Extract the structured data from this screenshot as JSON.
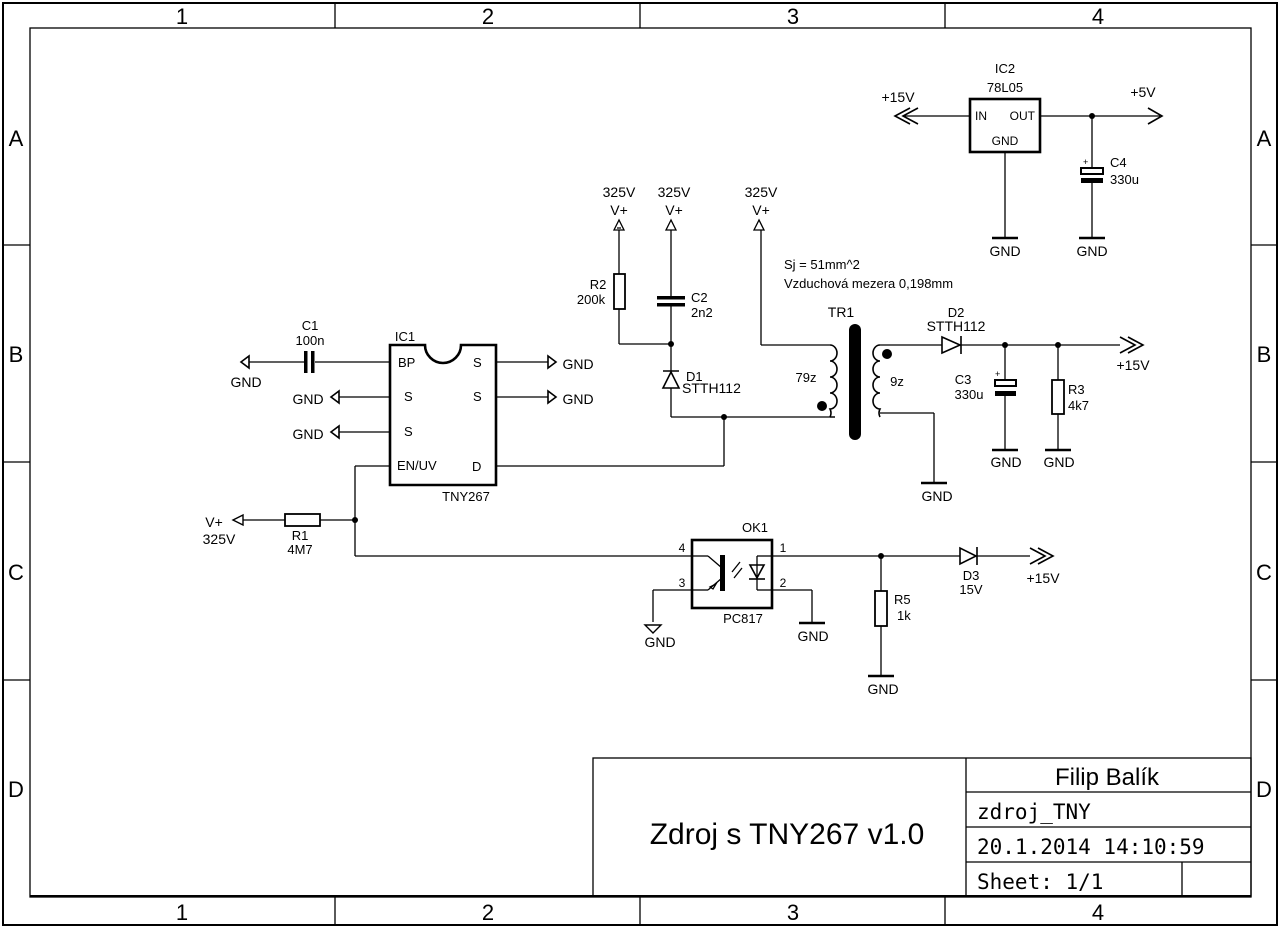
{
  "frame": {
    "columns": [
      "1",
      "2",
      "3",
      "4"
    ],
    "rows": [
      "A",
      "B",
      "C",
      "D"
    ]
  },
  "title_block": {
    "title": "Zdroj s TNY267 v1.0",
    "author": "Filip Balík",
    "filename": "zdroj_TNY",
    "datetime": "20.1.2014 14:10:59",
    "sheet": "Sheet: 1/1"
  },
  "note": {
    "line1": "Sj = 51mm^2",
    "line2": "Vzduchová mezera 0,198mm"
  },
  "components": {
    "ic1": {
      "ref": "IC1",
      "value": "TNY267",
      "pins": {
        "bp": "BP",
        "s1": "S",
        "s2": "S",
        "en": "EN/UV",
        "s3": "S",
        "s4": "S",
        "d": "D"
      }
    },
    "ic2": {
      "ref": "IC2",
      "value": "78L05",
      "pins": {
        "in": "IN",
        "out": "OUT",
        "gnd": "GND"
      }
    },
    "c1": {
      "ref": "C1",
      "value": "100n"
    },
    "c2": {
      "ref": "C2",
      "value": "2n2"
    },
    "c3": {
      "ref": "C3",
      "value": "330u",
      "polarity": "+"
    },
    "c4": {
      "ref": "C4",
      "value": "330u",
      "polarity": "+"
    },
    "r1": {
      "ref": "R1",
      "value": "4M7"
    },
    "r2": {
      "ref": "R2",
      "value": "200k"
    },
    "r3": {
      "ref": "R3",
      "value": "4k7"
    },
    "r5": {
      "ref": "R5",
      "value": "1k"
    },
    "d1": {
      "ref": "D1",
      "value": "STTH112"
    },
    "d2": {
      "ref": "D2",
      "value": "STTH112"
    },
    "d3": {
      "ref": "D3",
      "value": "15V"
    },
    "tr1": {
      "ref": "TR1",
      "primary": "79z",
      "secondary": "9z"
    },
    "ok1": {
      "ref": "OK1",
      "value": "PC817",
      "pins": {
        "p1": "1",
        "p2": "2",
        "p3": "3",
        "p4": "4"
      }
    }
  },
  "nets": {
    "gnd": "GND",
    "vplus": "V+",
    "v325": "325V",
    "p15": "+15V",
    "p5": "+5V"
  }
}
